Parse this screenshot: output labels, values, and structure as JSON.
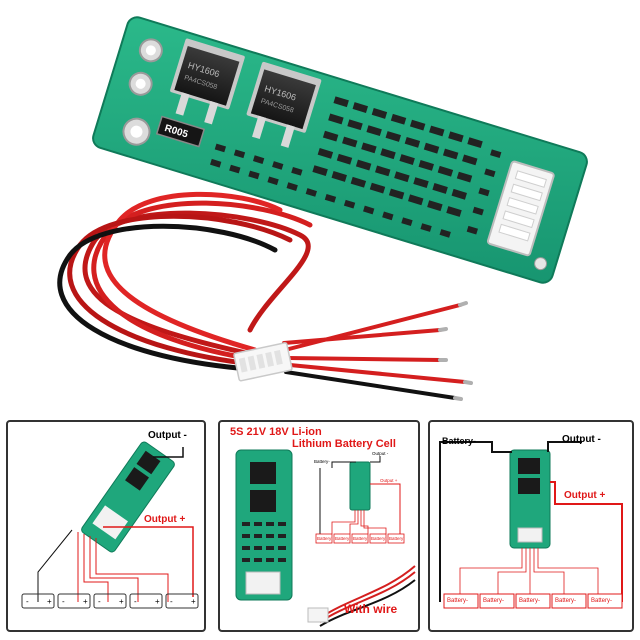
{
  "product": {
    "board_marking_resistor": "R005",
    "mosfet_marking": "HY1606",
    "mosfet_code": "PA4CS058"
  },
  "panels": {
    "left": {
      "output_minus": "Output -",
      "output_plus": "Output +"
    },
    "middle": {
      "title_line1": "5S 21V 18V  Li-ion",
      "title_line2": "Lithium Battery Cell",
      "battery_minus": "Battery-",
      "output_minus": "Output -",
      "output_plus": "Output +",
      "battery_label": "Battery",
      "with_wire": "With wire"
    },
    "right": {
      "battery_minus": "Battery-",
      "output_minus": "Output -",
      "output_plus": "Output +",
      "battery_label": "Battery-"
    }
  },
  "colors": {
    "pcb_green": "#1fa77c",
    "wire_red": "#d41f1f",
    "wire_black": "#111111",
    "label_red": "#e01818"
  }
}
